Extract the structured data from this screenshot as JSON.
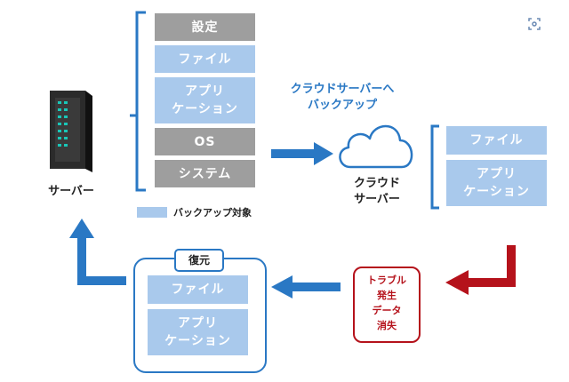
{
  "server": {
    "label": "サーバー"
  },
  "backup_stack": {
    "items": [
      {
        "label": "設定",
        "kind": "gray"
      },
      {
        "label": "ファイル",
        "kind": "blue"
      },
      {
        "label": "アプリ\nケーション",
        "kind": "blue"
      },
      {
        "label": "OS",
        "kind": "gray"
      },
      {
        "label": "システム",
        "kind": "gray"
      }
    ]
  },
  "legend": {
    "label": "バックアップ対象",
    "color": "#a9c9ec"
  },
  "cloud_backup_arrow": {
    "label": "クラウドサーバーへ\nバックアップ"
  },
  "cloud": {
    "label": "クラウド\nサーバー"
  },
  "cloud_stack": {
    "items": [
      "ファイル",
      "アプリ\nケーション"
    ]
  },
  "trouble": {
    "label": "トラブル\n発生\nデータ\n消失"
  },
  "restore": {
    "title": "復元",
    "items": [
      "ファイル",
      "アプリ\nケーション"
    ]
  },
  "colors": {
    "gray": "#9e9e9e",
    "blue": "#a9c9ec",
    "accent_blue": "#2a78c4",
    "red": "#b5121b"
  }
}
